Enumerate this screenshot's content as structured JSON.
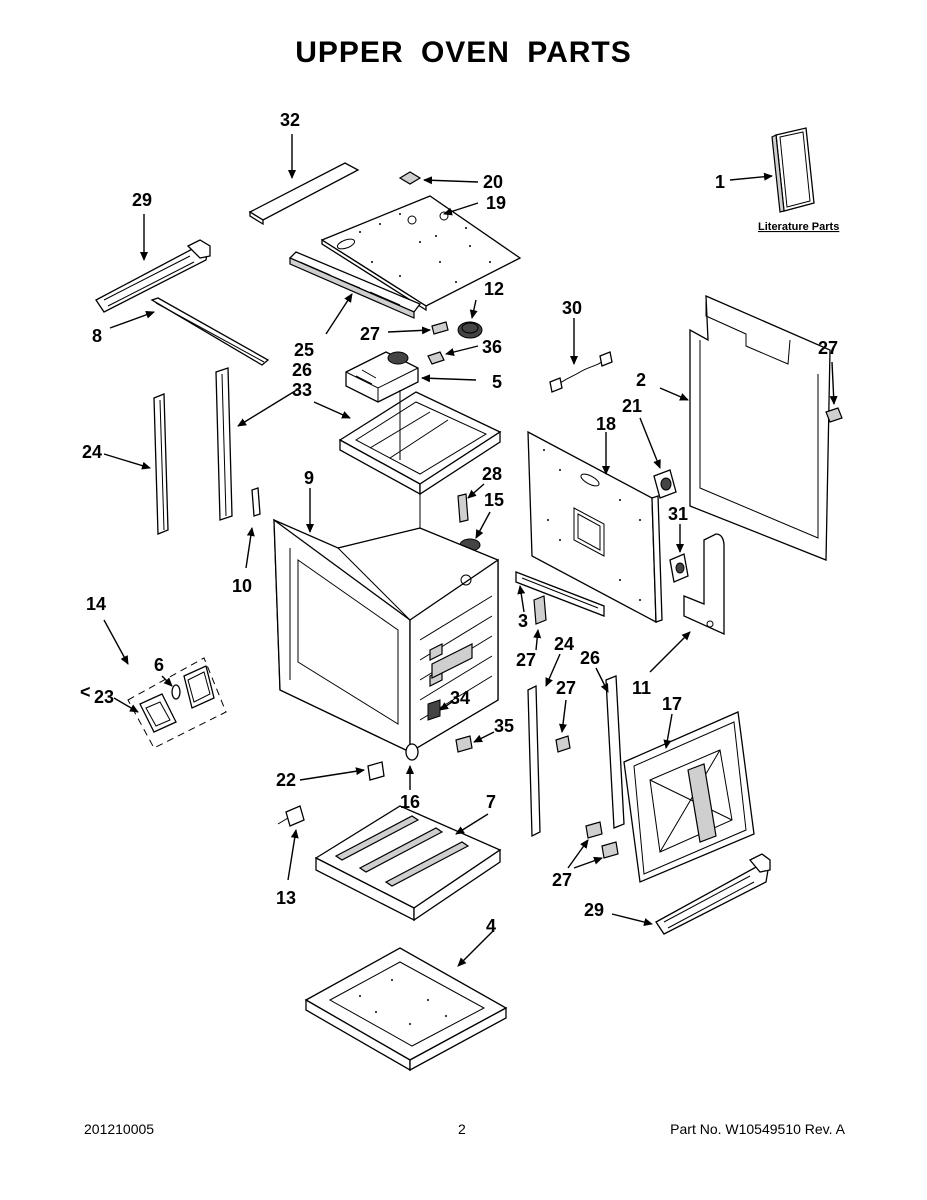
{
  "title": "UPPER OVEN PARTS",
  "literature_label": "Literature Parts",
  "callouts": {
    "c1": "1",
    "c2": "2",
    "c3": "3",
    "c4": "4",
    "c5": "5",
    "c6": "6",
    "c7": "7",
    "c8": "8",
    "c9": "9",
    "c10": "10",
    "c11": "11",
    "c12": "12",
    "c13": "13",
    "c14": "14",
    "c15": "15",
    "c16": "16",
    "c17": "17",
    "c18": "18",
    "c19": "19",
    "c20": "20",
    "c21": "21",
    "c22": "22",
    "c23": "23",
    "c24": "24",
    "c25": "25",
    "c26": "26",
    "c27": "27",
    "c28": "28",
    "c29": "29",
    "c30": "30",
    "c31": "31",
    "c32": "32",
    "c33": "33",
    "c34": "34",
    "c35": "35",
    "c36": "36"
  },
  "footer": {
    "left": "201210005",
    "center": "2",
    "right": "Part No.  W10549510  Rev.  A"
  }
}
